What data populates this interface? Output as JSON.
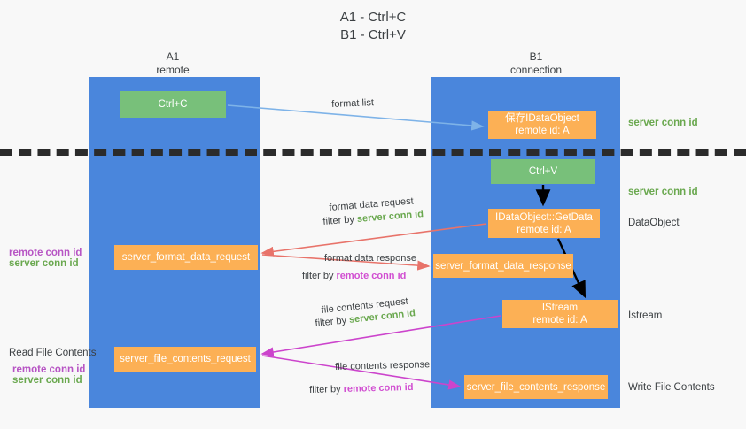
{
  "title": "A1 - Ctrl+C\nB1 - Ctrl+V",
  "colors": {
    "band": "#4a86dc",
    "green_box": "#78c07a",
    "orange_box": "#fcb055",
    "server_conn_id": "#6aa84f",
    "remote_conn_id": "#b754c4",
    "arrow_blue": "#7eb3e8",
    "arrow_red": "#e8736a",
    "arrow_magenta": "#cc44cc",
    "arrow_black": "#000000",
    "divider": "#2b2b2b",
    "background": "#f8f8f8"
  },
  "columns": [
    {
      "name": "A1",
      "sub": "remote"
    },
    {
      "name": "B1",
      "sub": "connection"
    }
  ],
  "boxes": {
    "ctrl_c": "Ctrl+C",
    "save_dataobject": "保存IDataObject\nremote id: A",
    "ctrl_v": "Ctrl+V",
    "getdata": "IDataObject::GetData\nremote id: A",
    "server_format_data_request": "server_format_data_request",
    "server_format_data_response": "server_format_data_response",
    "istream": "IStream\nremote id: A",
    "server_file_contents_request": "server_file_contents_request",
    "server_file_contents_response": "server_file_contents_response"
  },
  "right_labels": {
    "server_conn_id_top": "server conn id",
    "server_conn_id_mid": "server conn id",
    "dataobject": "DataObject",
    "istream": "Istream",
    "write_file_contents": "Write File Contents"
  },
  "left_labels": {
    "remote_conn_id_1": "remote conn id",
    "server_conn_id_1": "server conn id",
    "read_file_contents": "Read File Contents",
    "remote_conn_id_2": "remote conn id",
    "server_conn_id_2": "server conn id"
  },
  "captions": {
    "format_list": "format list",
    "format_data_request": "format data request",
    "format_data_request_filter_prefix": "filter by ",
    "format_data_request_filter_value": "server conn id",
    "format_data_response": "format data response",
    "format_data_response_filter_prefix": "filter by ",
    "format_data_response_filter_value": "remote conn id",
    "file_contents_request": "file contents request",
    "file_contents_request_filter_prefix": "filter by ",
    "file_contents_request_filter_value": "server conn id",
    "file_contents_response": "file contents response",
    "file_contents_response_filter_prefix": "filter by ",
    "file_contents_response_filter_value": "remote conn id"
  }
}
